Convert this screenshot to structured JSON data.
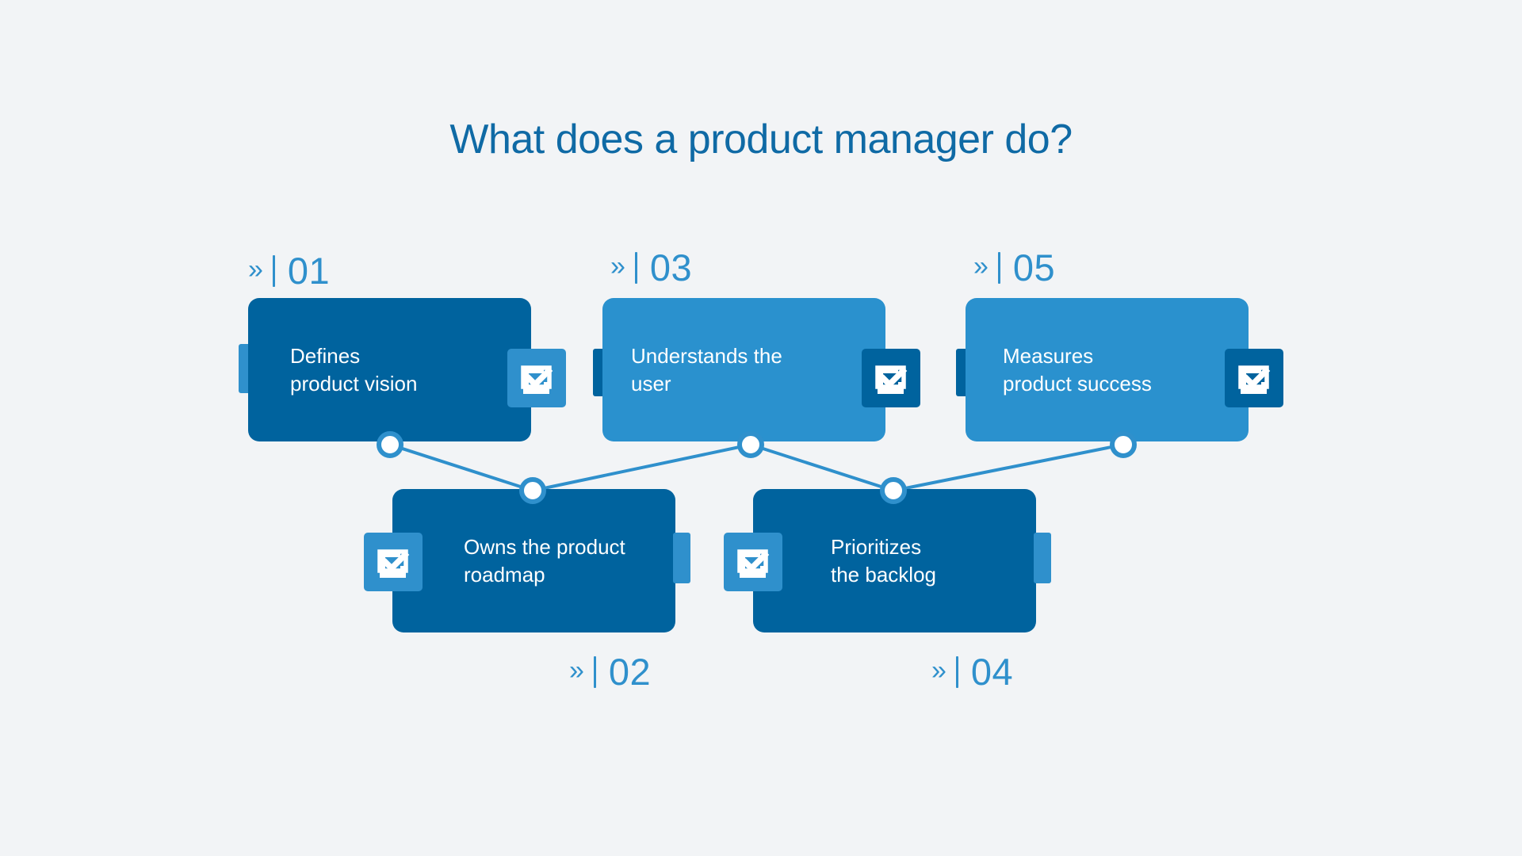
{
  "title": "What does a product manager do?",
  "colors": {
    "background": "#f2f4f6",
    "title_blue": "#0f6aa5",
    "dark_blue": "#00639e",
    "light_blue": "#2a91ce",
    "accent_blue": "#2f90cc",
    "white": "#ffffff"
  },
  "chevron_glyph": "»",
  "steps": [
    {
      "number": "01",
      "text": "Defines\nproduct vision",
      "card_style": "dark",
      "icon_style": "light",
      "icon": "checkbox-checked-icon",
      "icon_side": "right",
      "row": "top"
    },
    {
      "number": "02",
      "text": "Owns the product\nroadmap",
      "card_style": "dark",
      "icon_style": "light",
      "icon": "checkbox-checked-icon",
      "icon_side": "left",
      "row": "bottom"
    },
    {
      "number": "03",
      "text": "Understands the\nuser",
      "card_style": "light",
      "icon_style": "dark",
      "icon": "checkbox-checked-icon",
      "icon_side": "right",
      "row": "top"
    },
    {
      "number": "04",
      "text": "Prioritizes\nthe backlog",
      "card_style": "dark",
      "icon_style": "light",
      "icon": "checkbox-checked-icon",
      "icon_side": "left",
      "row": "bottom"
    },
    {
      "number": "05",
      "text": "Measures\nproduct success",
      "card_style": "light",
      "icon_style": "dark",
      "icon": "checkbox-checked-icon",
      "icon_side": "right",
      "row": "top"
    }
  ],
  "chart_data": {
    "type": "diagram",
    "title": "What does a product manager do?",
    "layout": "zigzag-process-flow",
    "node_count": 5,
    "labels": [
      "01",
      "02",
      "03",
      "04",
      "05"
    ],
    "values": [
      "Defines product vision",
      "Owns the product roadmap",
      "Understands the user",
      "Prioritizes the backlog",
      "Measures product success"
    ],
    "connections": [
      [
        "01",
        "02"
      ],
      [
        "02",
        "03"
      ],
      [
        "03",
        "04"
      ],
      [
        "04",
        "05"
      ]
    ]
  }
}
